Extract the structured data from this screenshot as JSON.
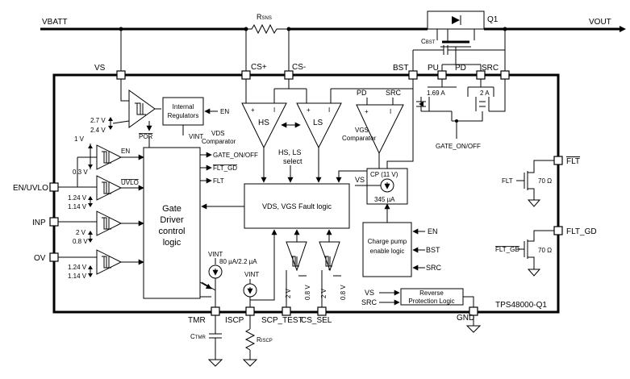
{
  "rails": {
    "vbatt": "VBATT",
    "vout": "VOUT",
    "rsns_main": "R",
    "rsns_sub": "SNS",
    "q1": "Q1",
    "cbst_main": "C",
    "cbst_sub": "BST"
  },
  "chip": {
    "part_number": "TPS48000-Q1"
  },
  "pins": {
    "vs": "VS",
    "cs_plus": "CS+",
    "cs_minus": "CS-",
    "bst": "BST",
    "pu": "PU",
    "pd": "PD",
    "src": "SRC",
    "en_uvlo": "EN/UVLO",
    "inp": "INP",
    "ov": "OV",
    "tmr": "TMR",
    "iscp": "ISCP",
    "scp_test": "SCP_TEST",
    "cs_sel": "CS_SEL",
    "gnd": "GND",
    "flt": "FLT",
    "flt_gd": "FLT_GD"
  },
  "blocks": {
    "internal_regulators": [
      "Internal",
      "Regulators"
    ],
    "gate_driver": [
      "Gate",
      "Driver",
      "control",
      "logic"
    ],
    "fault_logic": "VDS, VGS Fault logic",
    "charge_pump": [
      "Charge pump",
      "enable logic"
    ],
    "reverse_protection": [
      "Reverse",
      "Protection Logic"
    ],
    "cp": "CP (11 V)"
  },
  "comparators": {
    "hs": "HS",
    "ls": "LS",
    "vds": [
      "VDS",
      "Comparator"
    ],
    "vgs": [
      "VGS",
      "Comparator"
    ],
    "hs_ls_select": [
      "HS, LS",
      "select"
    ],
    "pd_in": "PD",
    "src_in": "SRC",
    "plus": "+",
    "bar": "I"
  },
  "signals": {
    "en": "EN",
    "por": "POR",
    "vint": "VINT",
    "gate_on_off": "GATE_ON/OFF",
    "flt_gd": "FLT_GD",
    "flt": "FLT",
    "uvlo": "UVLO",
    "vs": "VS",
    "src": "SRC",
    "bst": "BST",
    "flt_in": "FLT",
    "flt_gd_in": "FLT_GD",
    "gate_on_off_pd": "GATE_ON/OFF",
    "cp_current": "345 µA",
    "pu_current": "1.69 A",
    "pd_current": "2 A",
    "tmr_current": "80 µA/2.2 µA",
    "flt_res": "70 Ω",
    "flt_gd_res": "70 Ω",
    "ctmr_main": "C",
    "ctmr_sub": "TMR",
    "riscp_main": "R",
    "riscp_sub": "ISCP"
  },
  "thresholds": {
    "por_high": "2.7 V",
    "por_low": "2.4 V",
    "en_high": "1 V",
    "en_low": "0.3 V",
    "uvlo_high": "1.24 V",
    "uvlo_low": "1.14 V",
    "inp_high": "2 V",
    "inp_low": "0.8 V",
    "ov_high": "1.24 V",
    "ov_low": "1.14 V",
    "scp_high": "2 V",
    "scp_low": "0.8 V",
    "cs_high": "2 V",
    "cs_low": "0.8 V"
  }
}
